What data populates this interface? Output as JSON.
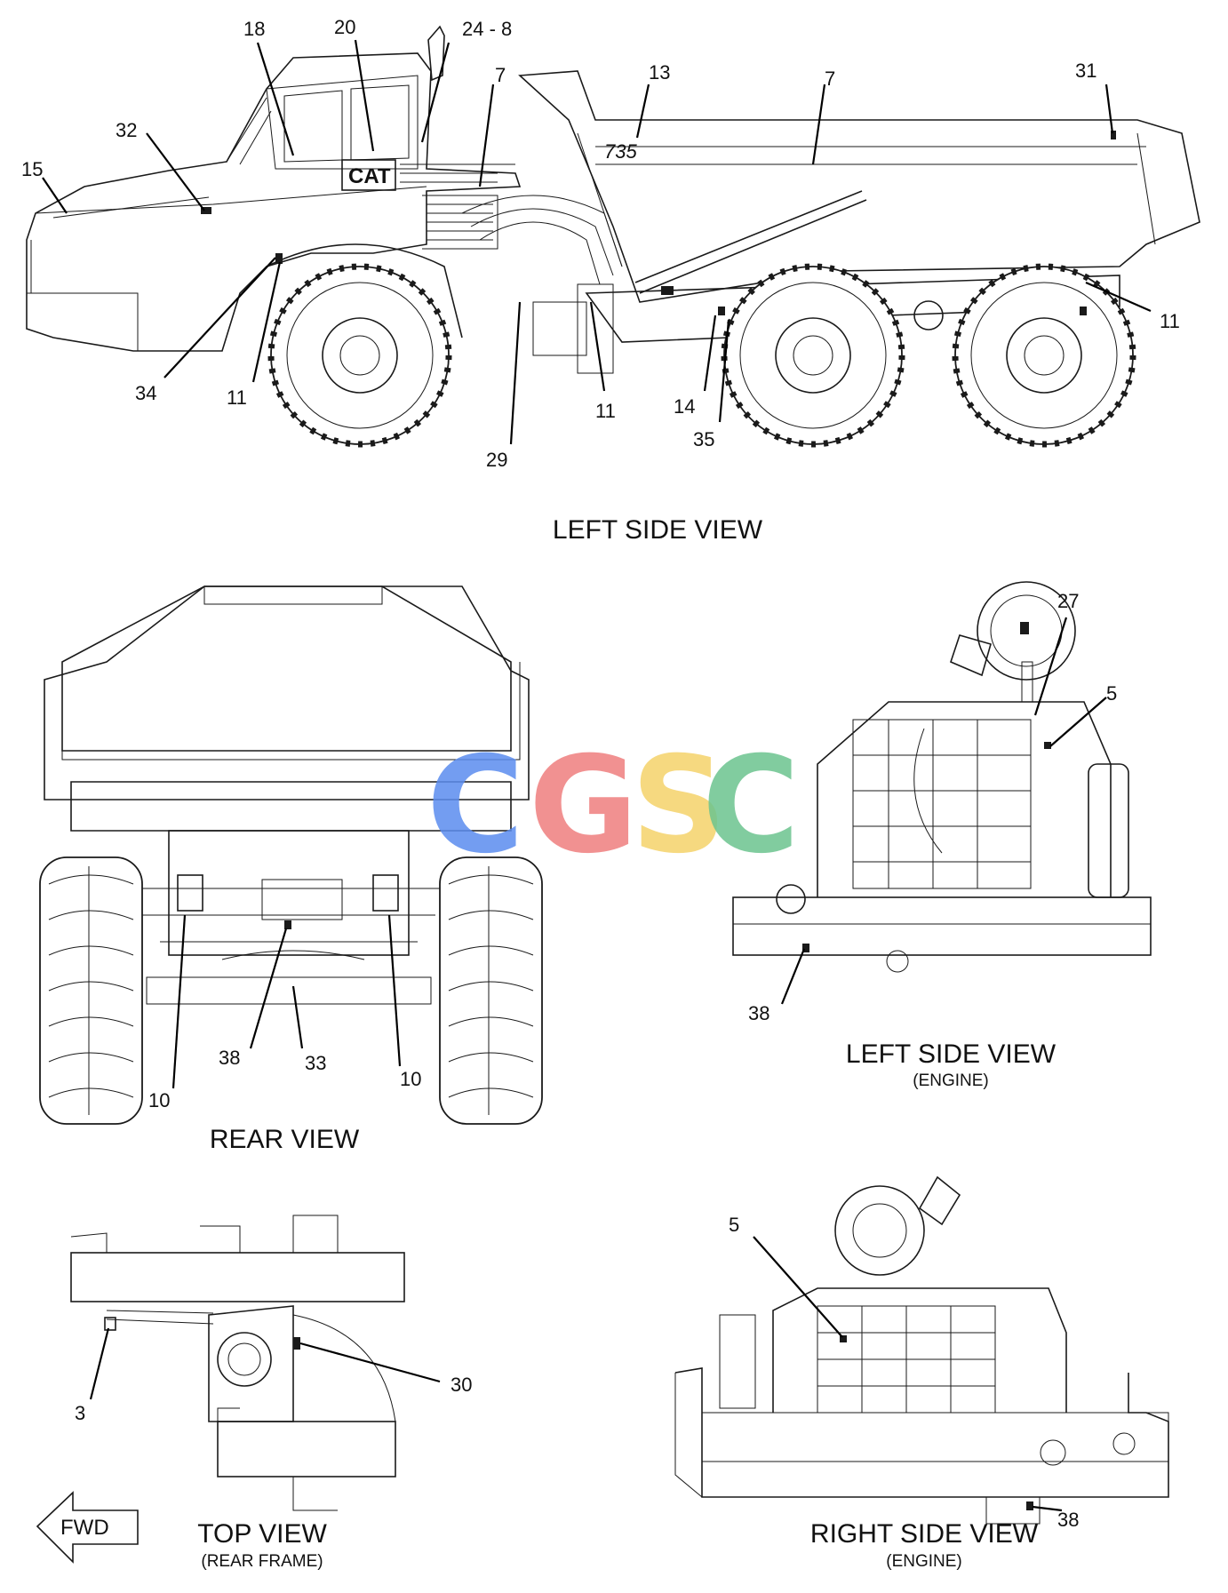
{
  "watermark": {
    "letters": [
      "C",
      "G",
      "S",
      "C"
    ],
    "colors": [
      "#5b8def",
      "#ef7e7e",
      "#f5d36b",
      "#6cc48f"
    ]
  },
  "views": {
    "left_side": {
      "title": "LEFT SIDE VIEW"
    },
    "rear": {
      "title": "REAR VIEW"
    },
    "engine_left": {
      "title": "LEFT SIDE VIEW",
      "subtitle": "(ENGINE)"
    },
    "top": {
      "title": "TOP VIEW",
      "subtitle": "(REAR FRAME)"
    },
    "engine_right": {
      "title": "RIGHT SIDE VIEW",
      "subtitle": "(ENGINE)"
    }
  },
  "truck": {
    "badge": "CAT",
    "model": "735"
  },
  "fwd_arrow": {
    "label": "FWD"
  },
  "callouts": {
    "c18": "18",
    "c20": "20",
    "c24_8": "24 - 8",
    "c7a": "7",
    "c13": "13",
    "c7b": "7",
    "c31": "31",
    "c32": "32",
    "c15": "15",
    "c34": "34",
    "c11a": "11",
    "c29": "29",
    "c11b": "11",
    "c14": "14",
    "c35": "35",
    "c11c": "11",
    "c27": "27",
    "c5a": "5",
    "c38a": "38",
    "c10a": "10",
    "c38b": "38",
    "c33": "33",
    "c10b": "10",
    "c3": "3",
    "c30": "30",
    "c5b": "5",
    "c38c": "38"
  }
}
